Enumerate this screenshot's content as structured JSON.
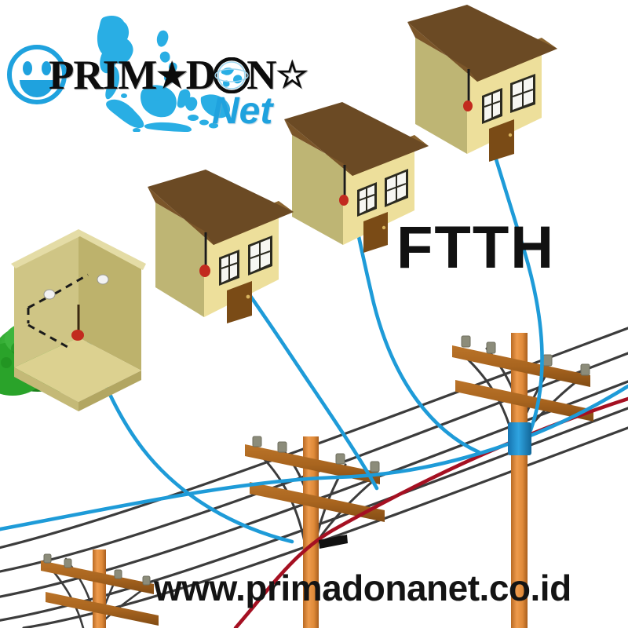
{
  "brand": {
    "logo_text_part1": "PRIM",
    "logo_star_solid": "★",
    "logo_text_part2": "D",
    "logo_globe_letter": "O",
    "logo_text_part3": "N",
    "logo_star_open": "☆",
    "logo_net": "Net",
    "smiley_icon": "smiley-face-icon",
    "map_icon": "indonesia-map-icon",
    "globe_icon": "globe-icon",
    "colors": {
      "brand_blue": "#1FA2DE",
      "logo_black": "#0d0d0d",
      "map_blue": "#29AEE4"
    }
  },
  "headline": {
    "ftth": "FTTH"
  },
  "footer": {
    "website": "www.primadonanet.co.id"
  },
  "illustration": {
    "title": "FTTH fiber-to-the-home network diagram",
    "colors": {
      "roof_dark": "#6B4A24",
      "roof_light": "#8A6430",
      "wall_front": "#EDDF9B",
      "wall_side": "#BEB574",
      "wall_shadow": "#C9BE79",
      "door": "#7A4B16",
      "window_glass": "#F6F6F2",
      "window_frame": "#2B2A20",
      "terminal_red": "#C22A1E",
      "pole_orange": "#E08A3C",
      "pole_orange_dark": "#B96A24",
      "crossarm_brown": "#A9651F",
      "crossarm_brown_dark": "#8A5018",
      "insulator_gray": "#8C8C7A",
      "power_wire": "#3C3C3C",
      "fiber_blue": "#1E9BD8",
      "fiber_red": "#A51022",
      "junction_box_blue": "#1E8FD0",
      "bush_green": "#2AA32A",
      "bush_green_dark": "#198019",
      "interior_floor": "#D9CE8C",
      "interior_wall_left": "#CFC585",
      "interior_wall_right": "#C6BB74"
    },
    "elements": [
      {
        "name": "interior-cutaway-room",
        "label": "Indoor room cut-away with fiber drop"
      },
      {
        "name": "bush",
        "label": "Green bush"
      },
      {
        "name": "house-1",
        "label": "House (front-left)"
      },
      {
        "name": "house-2",
        "label": "House (middle)"
      },
      {
        "name": "house-3",
        "label": "House (back-right)"
      },
      {
        "name": "utility-pole-right",
        "label": "Utility pole with fiber junction box"
      },
      {
        "name": "utility-pole-middle",
        "label": "Utility pole with splice closure"
      },
      {
        "name": "utility-pole-left",
        "label": "Utility pole (far left)"
      },
      {
        "name": "fiber-drop-cable",
        "label": "Blue fiber drop cable"
      },
      {
        "name": "fiber-feeder-cable",
        "label": "Red fiber feeder cable"
      },
      {
        "name": "power-lines",
        "label": "Overhead power lines"
      }
    ]
  }
}
